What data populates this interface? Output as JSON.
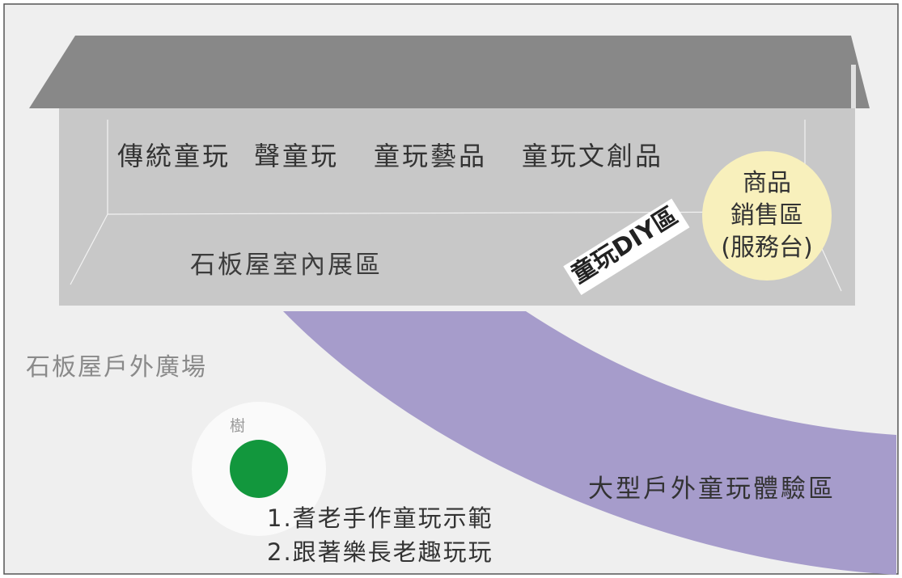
{
  "map": {
    "indoor_exhibits": [
      "傳統童玩",
      "聲童玩",
      "童玩藝品",
      "童玩文創品"
    ],
    "indoor_area": "石板屋室內展區",
    "diy_area": "童玩DIY區",
    "shop": {
      "line1": "商品",
      "line2": "銷售區",
      "line3": "(服務台)"
    },
    "outdoor_plaza": "石板屋戶外廣場",
    "tree": "樹",
    "activities": [
      "1.耆老手作童玩示範",
      "2.跟著樂長老趣玩玩"
    ],
    "outdoor_experience": "大型戶外童玩體驗區",
    "colors": {
      "background": "#efefef",
      "roof": "#888888",
      "hall": "#c8c8c8",
      "outdoor_band": "#a69ccb",
      "shop_circle": "#f8f0bc",
      "tree": "#12973d"
    }
  }
}
